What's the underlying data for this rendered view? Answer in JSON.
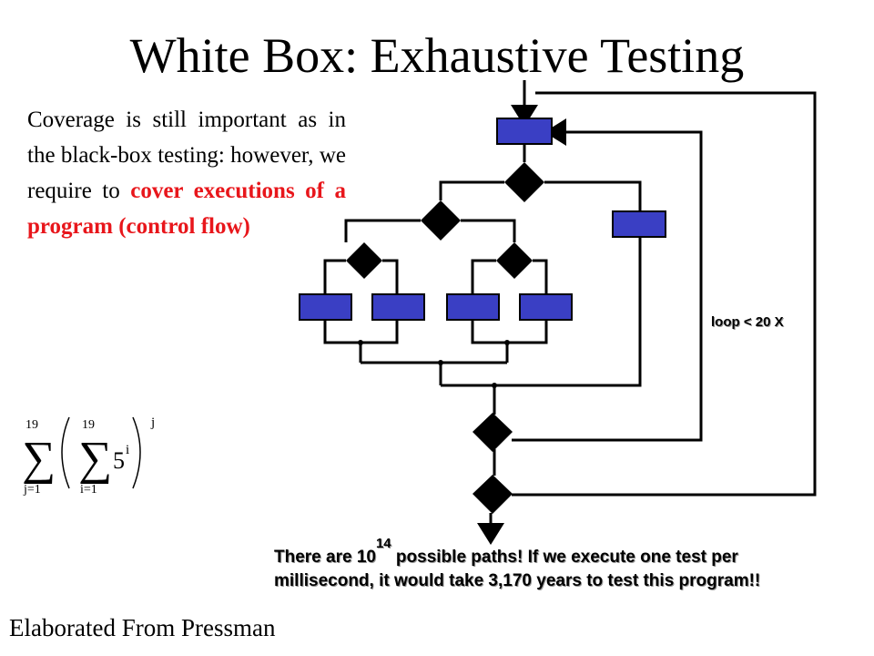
{
  "slide": {
    "title": "White Box: Exhaustive Testing",
    "paragraph": {
      "plain": "Coverage is still important as in the black-box testing: however, we require to",
      "highlight": "cover executions of a program (control flow)"
    },
    "loop_label": "loop < 20 X",
    "paths_note": {
      "before": "There are 10",
      "exponent": "14",
      "after": " possible paths! If we execute one test per millisecond, it would take 3,170 years to test this program!!"
    },
    "credit": "Elaborated From Pressman"
  },
  "formula": {
    "outer_upper": "19",
    "outer_lower": "j=1",
    "inner_upper": "19",
    "inner_lower": "i=1",
    "base": "5",
    "inner_exponent": "i",
    "outer_exponent": "j"
  },
  "colors": {
    "process_fill": "#3a3fc4",
    "highlight_text": "#e8161b",
    "line": "#000000"
  }
}
